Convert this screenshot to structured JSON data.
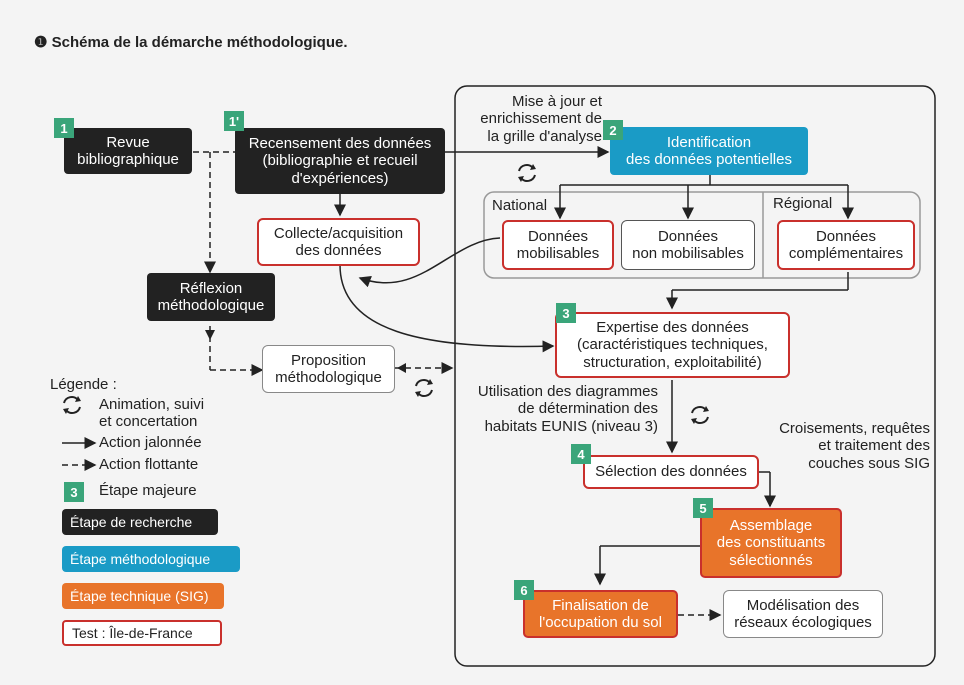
{
  "title": "❶ Schéma de la démarche méthodologique.",
  "steps": {
    "s1": {
      "badge": "1",
      "label": "Revue\nbibliographique"
    },
    "s1p": {
      "badge": "1'",
      "label": "Recensement des données\n(bibliographie et recueil\nd'expériences)"
    },
    "collecte": {
      "label": "Collecte/acquisition\ndes données"
    },
    "reflexion": {
      "label": "Réflexion\nméthodologique"
    },
    "proposition": {
      "label": "Proposition\nméthodologique"
    },
    "s2": {
      "badge": "2",
      "label": "Identification\ndes données potentielles"
    },
    "mise_a_jour": "Mise à jour et\nenrichissement de\nla grille d'analyse",
    "national": "National",
    "regional": "Régional",
    "mobilisables": "Données\nmobilisables",
    "non_mobilisables": "Données\nnon mobilisables",
    "complementaires": "Données\ncomplémentaires",
    "s3": {
      "badge": "3",
      "label": "Expertise des données\n(caractéristiques techniques,\nstructuration, exploitabilité)"
    },
    "utilisation": "Utilisation des diagrammes\nde détermination des\nhabitats EUNIS (niveau 3)",
    "croisements": "Croisements, requêtes\net traitement des\ncouches sous SIG",
    "s4": {
      "badge": "4",
      "label": "Sélection des données"
    },
    "s5": {
      "badge": "5",
      "label": "Assemblage\ndes constituants\nsélectionnés"
    },
    "s6": {
      "badge": "6",
      "label": "Finalisation de\nl'occupation du sol"
    },
    "modelisation": "Modélisation des\nréseaux écologiques"
  },
  "legend": {
    "title": "Légende :",
    "animation": "Animation, suivi\net concertation",
    "jalonnee": "Action jalonnée",
    "flottante": "Action flottante",
    "etape_badge": "3",
    "etape_majeure": "Étape majeure",
    "recherche": "Étape de recherche",
    "methodologique": "Étape méthodologique",
    "technique": "Étape technique (SIG)",
    "test": "Test : Île-de-France"
  },
  "colors": {
    "dark": "#222222",
    "blue": "#1a9bc6",
    "orange": "#e8742a",
    "red": "#c9302c",
    "green": "#3aa57a"
  }
}
